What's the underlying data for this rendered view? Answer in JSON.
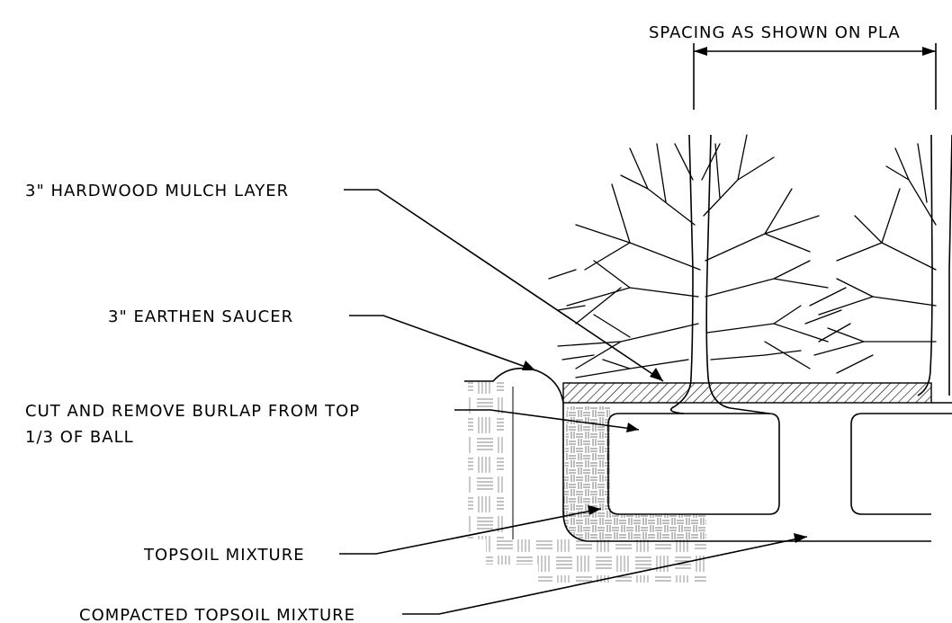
{
  "diagram": {
    "labels": {
      "spacing": "SPACING AS SHOWN ON PLA",
      "mulch": "3\" HARDWOOD MULCH LAYER",
      "saucer": "3\" EARTHEN SAUCER",
      "burlap_line1": "CUT AND REMOVE BURLAP FROM TOP",
      "burlap_line2": "1/3 OF BALL",
      "topsoil": "TOPSOIL MIXTURE",
      "compacted": "COMPACTED TOPSOIL MIXTURE"
    }
  }
}
